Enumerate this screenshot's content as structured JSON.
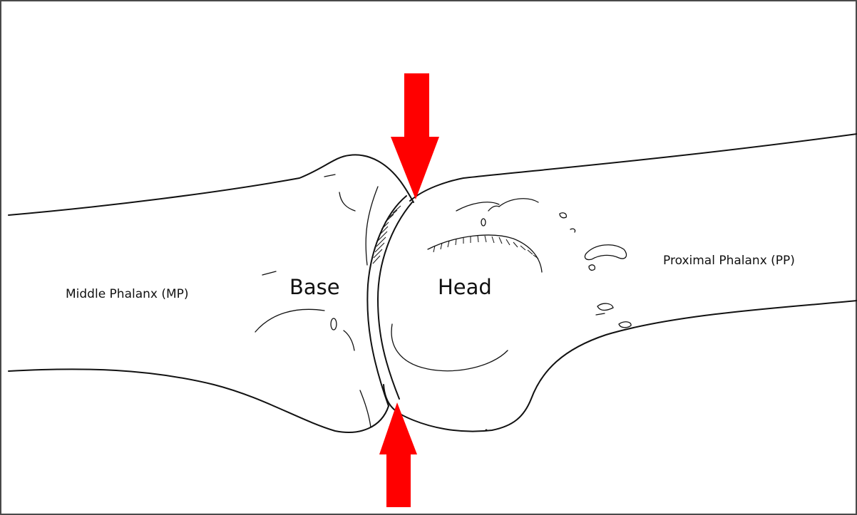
{
  "labels": {
    "middle_phalanx": "Middle Phalanx (MP)",
    "base": "Base",
    "head": "Head",
    "proximal_phalanx": "Proximal Phalanx (PP)"
  },
  "colors": {
    "arrow": "#ff0000",
    "line": "#111111",
    "background": "#ffffff",
    "frame": "#4a4a4a"
  },
  "icons": {
    "top_arrow": "down-arrow-icon",
    "bottom_arrow": "up-arrow-icon"
  }
}
